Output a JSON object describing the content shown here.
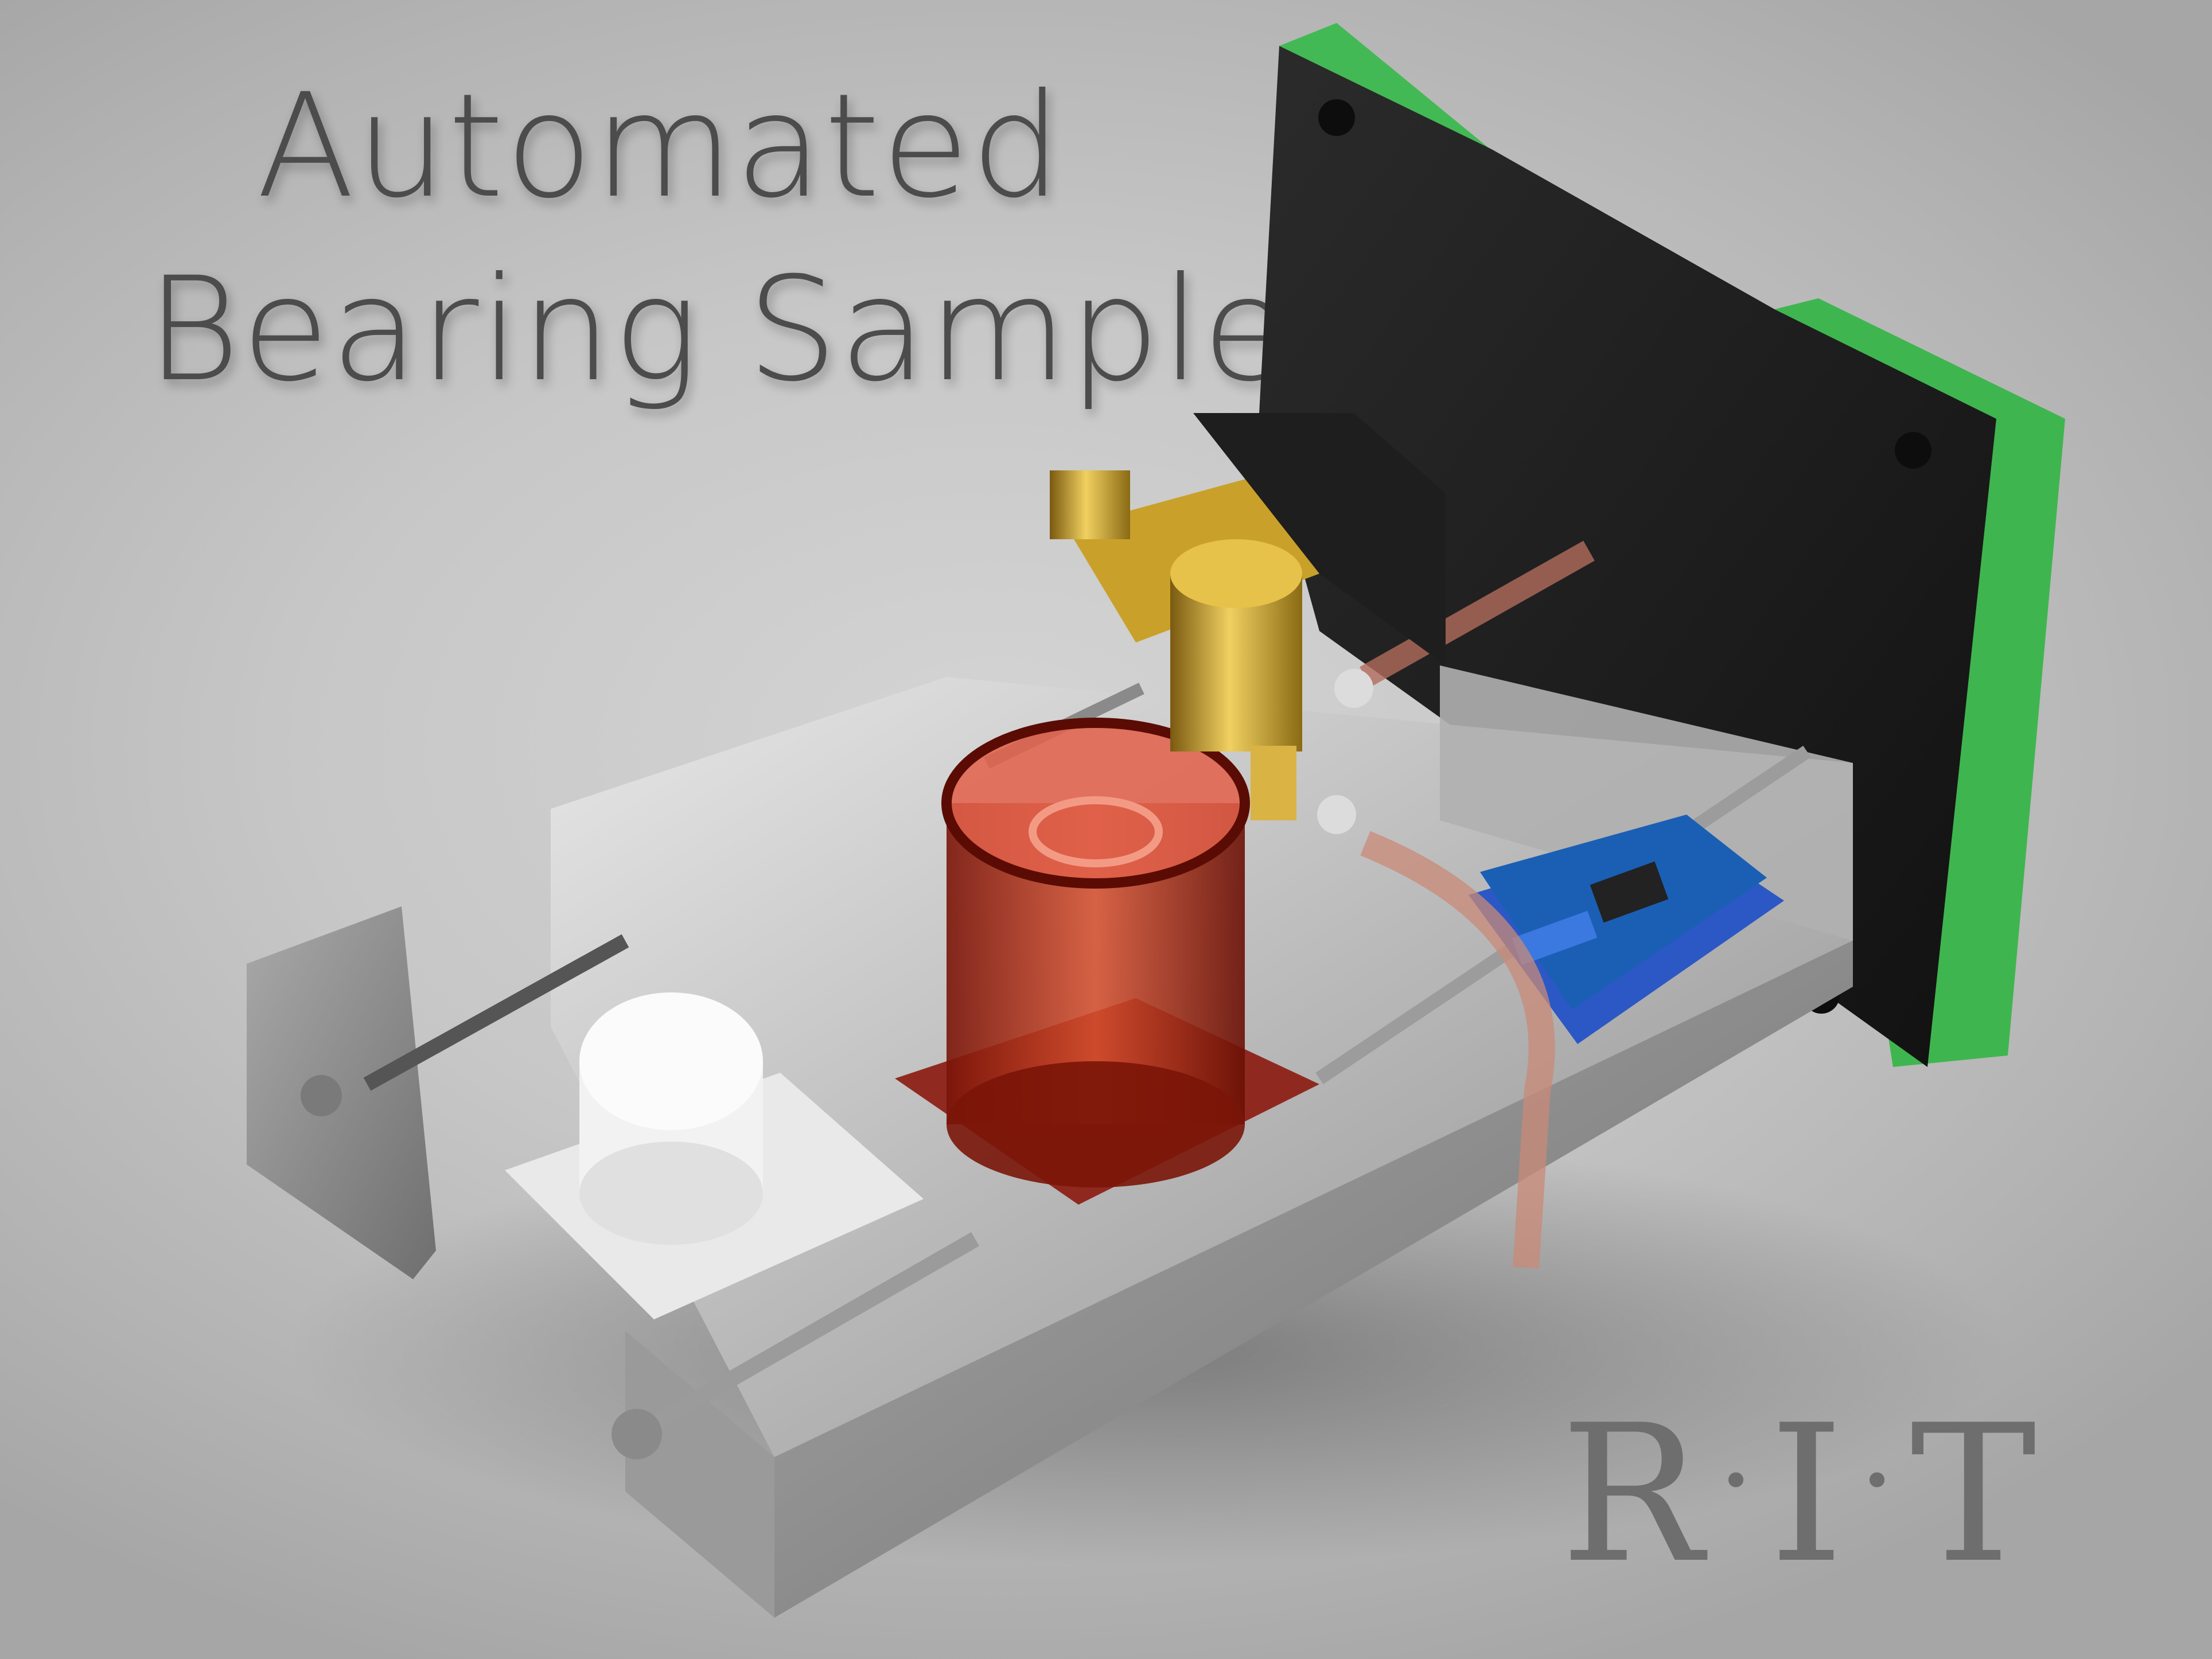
{
  "title": {
    "line1": "Automated",
    "line2": "Bearing Sampler"
  },
  "logo": {
    "letters": [
      "R",
      "I",
      "T"
    ],
    "separator": "·"
  },
  "colors": {
    "background": "#c7c7c7",
    "title_text": "#4c4c4c",
    "logo_text": "#6e6e6e",
    "panel_green": "#3fb54f",
    "panel_black": "#1f1f1f",
    "reservoir_red": "#b8301f",
    "valve_gold": "#c9a12a",
    "board_blue": "#1a5fb4"
  }
}
